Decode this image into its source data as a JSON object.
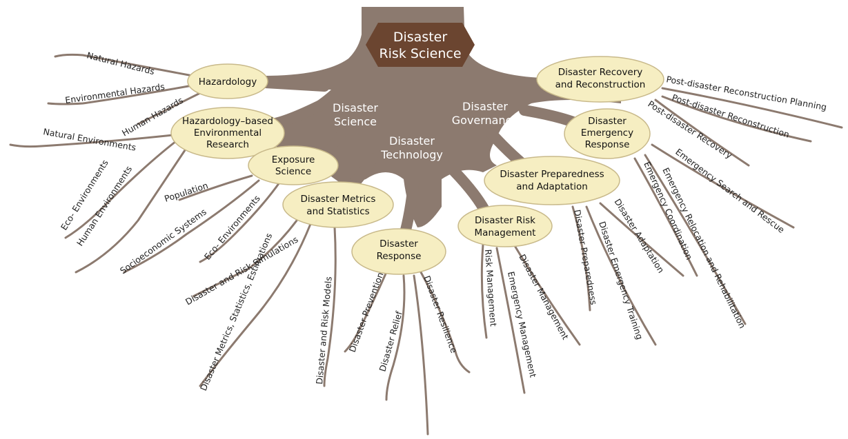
{
  "title": {
    "line1": "Disaster",
    "line2": "Risk Science"
  },
  "roots": {
    "science": {
      "line1": "Disaster",
      "line2": "Science"
    },
    "governance": {
      "line1": "Disaster",
      "line2": "Governance"
    },
    "technology": {
      "line1": "Disaster",
      "line2": "Technology"
    }
  },
  "nodes": {
    "hazardology": {
      "line1": "Hazardology"
    },
    "hazard_env": {
      "line1": "Hazardology–based",
      "line2": "Environmental",
      "line3": "Research"
    },
    "exposure": {
      "line1": "Exposure",
      "line2": "Science"
    },
    "metrics": {
      "line1": "Disaster Metrics",
      "line2": "and Statistics"
    },
    "response": {
      "line1": "Disaster",
      "line2": "Response"
    },
    "risk_mgmt": {
      "line1": "Disaster Risk",
      "line2": "Management"
    },
    "preparedness": {
      "line1": "Disaster Preparedness",
      "line2": "and Adaptation"
    },
    "emergency": {
      "line1": "Disaster",
      "line2": "Emergency",
      "line3": "Response"
    },
    "recovery": {
      "line1": "Disaster Recovery",
      "line2": "and Reconstruction"
    }
  },
  "leaves": {
    "natural_hazards": "Natural Hazards",
    "environmental_hazards": "Environmental Hazards",
    "human_hazards": "Human Hazards",
    "natural_environments": "Natural Environments",
    "eco_environments_1": "Eco- Environments",
    "human_environments": "Human Environments",
    "population": "Population",
    "socioeconomic_systems": "Socioeconomic Systems",
    "eco_environments_2": "Eco- Environments",
    "risk_simulations": "Disaster and Risk Simulations",
    "metrics_statistics": "Disaster Metrics, Statistics, Estimations",
    "risk_models": "Disaster and Risk Models",
    "prevention": "Disaster Prevention",
    "relief": "Disaster Relief",
    "resilience": "Disaster Resilience",
    "risk_management": "Risk Management",
    "emergency_management": "Emergency Management",
    "disaster_management": "Disaster Management",
    "disaster_preparedness": "Disaster Preparedness",
    "emergency_training": "Disaster Emergency Training",
    "disaster_adaptation": "Disaster Adaptation",
    "emergency_coordination": "Emergency Coordination",
    "relocation": "Emergency Relocation and Rehabilitation",
    "search_rescue": "Emergency Search and Rescue",
    "post_recovery": "Post-disaster Recovery",
    "post_reconstruction": "Post-disaster Reconstruction",
    "reconstruction_planning": "Post-disaster Reconstruction Planning"
  },
  "colors": {
    "trunk": "#8c7a6f",
    "title_bg": "#6b4530",
    "node_fill": "#f6eec2",
    "node_stroke": "#c8b98a"
  }
}
